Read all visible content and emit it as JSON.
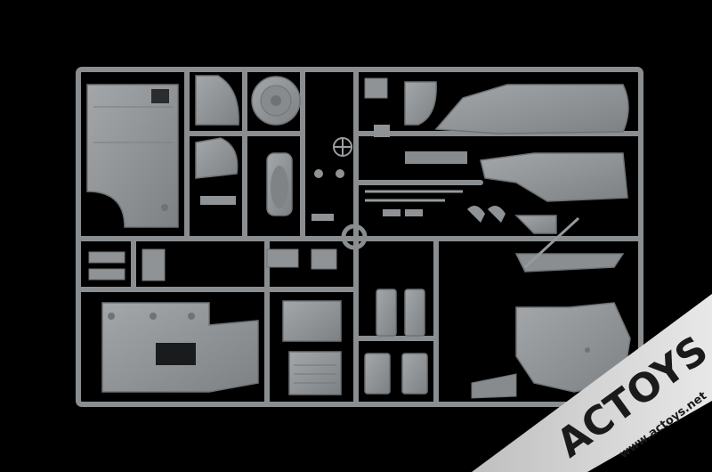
{
  "scene": {
    "subject": "plastic-model-kit-sprue",
    "background_color": "#000000",
    "plastic_color": "#8e9294",
    "plastic_shade": "#6f7375",
    "plastic_highlight": "#a9adaf"
  },
  "watermark": {
    "brand_text": "ACTOYS",
    "url_text": "www.actoys.net",
    "band_color": "#d9d9d9",
    "text_color": "#1a1a1a"
  }
}
